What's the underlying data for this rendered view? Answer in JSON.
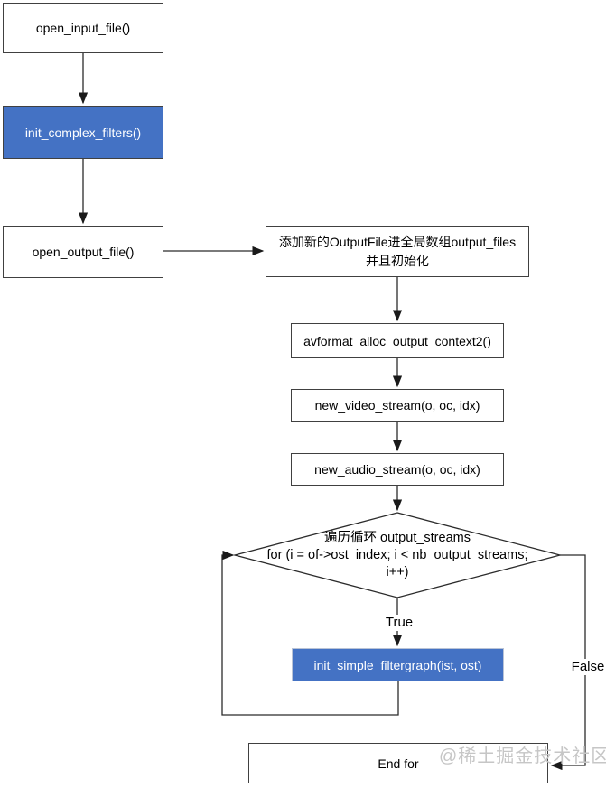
{
  "diagram_type": "flowchart",
  "nodes": {
    "open_input_file": {
      "label": "open_input_file()"
    },
    "init_complex_filters": {
      "label": "init_complex_filters()"
    },
    "open_output_file": {
      "label": "open_output_file()"
    },
    "add_output_file": {
      "line1": "添加新的OutputFile进全局数组output_files",
      "line2": "并且初始化"
    },
    "avformat_alloc_output_context2": {
      "label": "avformat_alloc_output_context2()"
    },
    "new_video_stream": {
      "label": "new_video_stream(o, oc, idx)"
    },
    "new_audio_stream": {
      "label": "new_audio_stream(o, oc, idx)"
    },
    "loop_decision": {
      "line1": "遍历循环 output_streams",
      "line2": "for (i = of->ost_index; i < nb_output_streams;",
      "line3": "i++)"
    },
    "init_simple_filtergraph": {
      "label": "init_simple_filtergraph(ist, ost)"
    },
    "end_for": {
      "label": "End for"
    }
  },
  "edge_labels": {
    "true": "True",
    "false": "False"
  },
  "watermark": "@稀土掘金技术社区",
  "colors": {
    "accent_fill": "#4472c4",
    "accent_text": "#ffffff",
    "node_border": "#404040",
    "connector": "#2b2b2b",
    "watermark": "#c6c6c6"
  }
}
